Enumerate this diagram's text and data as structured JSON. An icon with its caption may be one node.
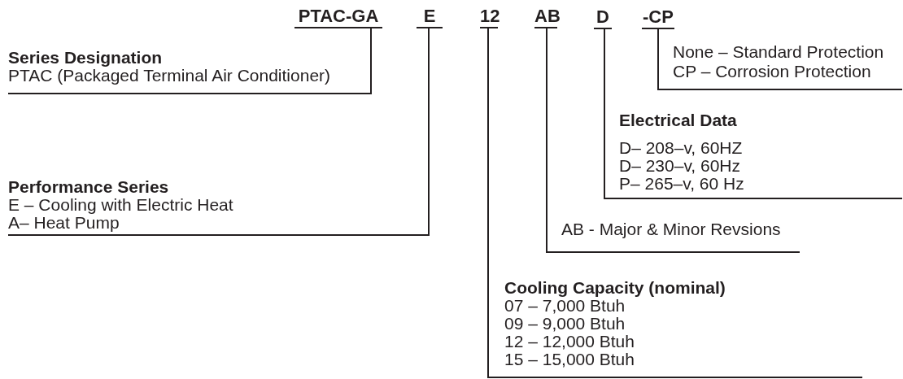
{
  "diagram": {
    "nodes": [
      {
        "text": [
          "PTAC-GA"
        ]
      },
      {
        "text": [
          "E"
        ]
      },
      {
        "text": [
          "12"
        ]
      },
      {
        "text": [
          "AB"
        ]
      },
      {
        "text": [
          "D"
        ]
      },
      {
        "text": [
          "-CP"
        ]
      },
      {
        "text": [
          "None – Standard Protection",
          "CP – Corrosion Protection"
        ]
      },
      {
        "text": [
          "Series Designation",
          "PTAC (Packaged Terminal Air Conditioner)"
        ]
      },
      {
        "text": [
          "Electrical Data",
          "D– 208–v, 60HZ",
          "D– 230–v, 60Hz",
          "P– 265–v, 60 Hz"
        ]
      },
      {
        "text": [
          "Performance Series",
          "E – Cooling with Electric Heat",
          "A– Heat Pump"
        ]
      },
      {
        "text": [
          "AB - Major & Minor Revsions"
        ]
      },
      {
        "text": [
          "Cooling Capacity (nominal)",
          "07 – 7,000 Btuh",
          "09 – 9,000 Btuh",
          "12 – 12,000 Btuh",
          "15 – 15,000 Btuh"
        ]
      }
    ],
    "edges": [
      {
        "from": 0,
        "to": 7,
        "arrow": "none"
      },
      {
        "from": 1,
        "to": 9,
        "arrow": "none"
      },
      {
        "from": 2,
        "to": 11,
        "arrow": "none"
      },
      {
        "from": 3,
        "to": 10,
        "arrow": "none"
      },
      {
        "from": 4,
        "to": 8,
        "arrow": "none"
      },
      {
        "from": 5,
        "to": 6,
        "arrow": "none"
      }
    ]
  }
}
